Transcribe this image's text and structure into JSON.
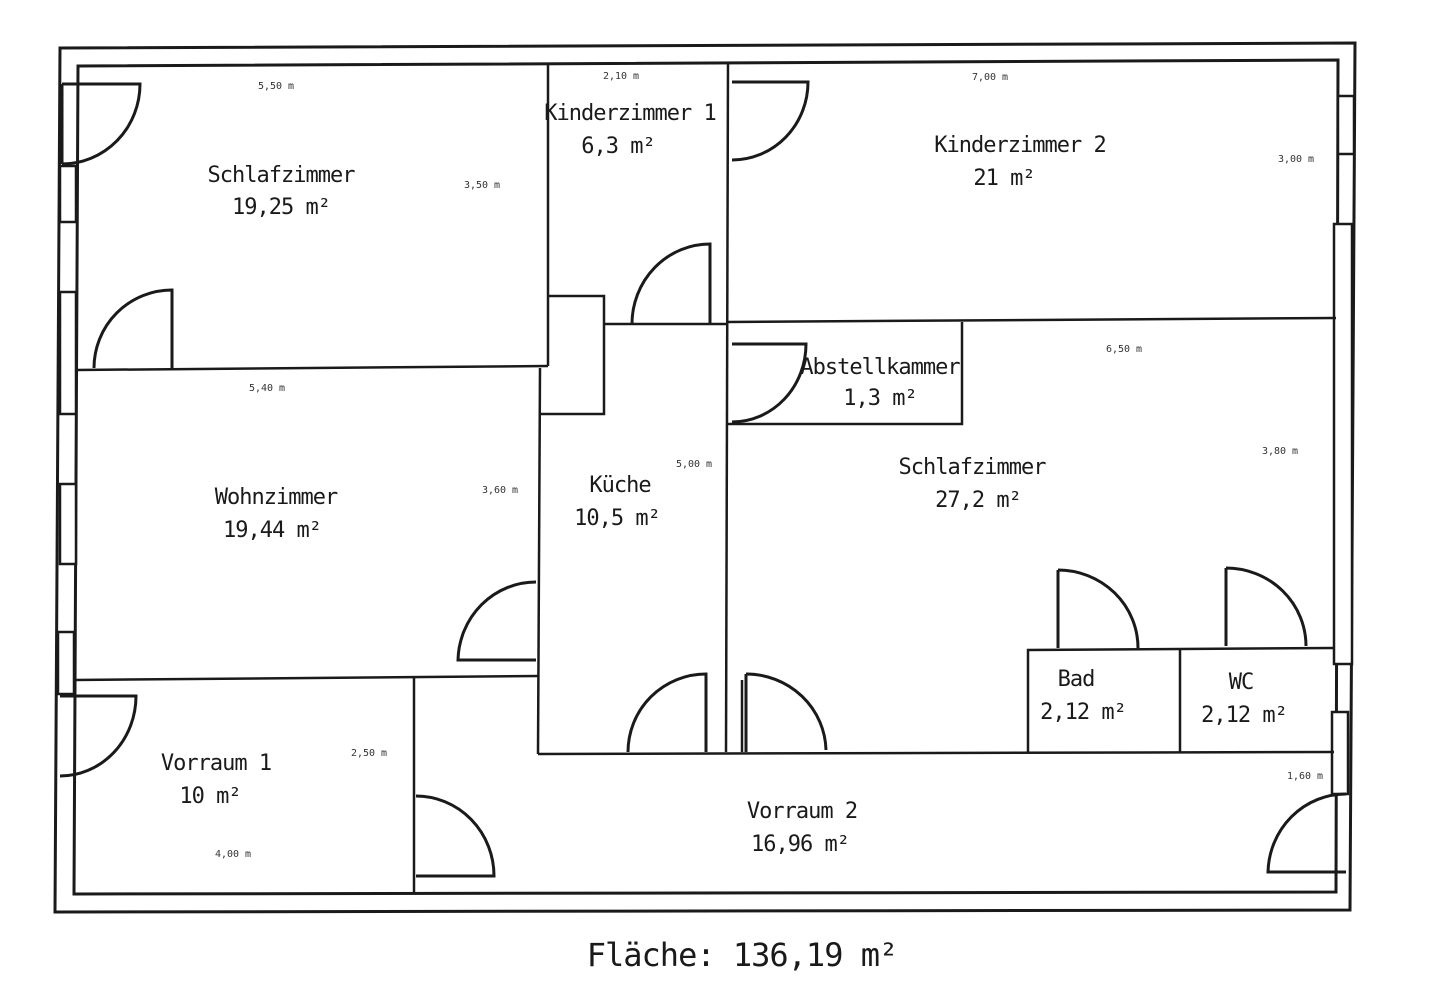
{
  "rooms": {
    "schlafzimmer_1": {
      "name": "Schlafzimmer",
      "area": "19,25 m²",
      "dim_w": "5,50 m",
      "dim_h": "3,50 m"
    },
    "kinderzimmer_1": {
      "name": "Kinderzimmer 1",
      "area": "6,3 m²",
      "dim_w": "2,10 m"
    },
    "kinderzimmer_2": {
      "name": "Kinderzimmer 2",
      "area": "21 m²",
      "dim_w": "7,00 m",
      "dim_h": "3,00 m"
    },
    "wohnzimmer": {
      "name": "Wohnzimmer",
      "area": "19,44 m²",
      "dim_w": "5,40 m",
      "dim_h": "3,60 m"
    },
    "kueche": {
      "name": "Küche",
      "area": "10,5 m²",
      "dim_h": "5,00 m"
    },
    "abstellkammer": {
      "name": "Abstellkammer",
      "area": "1,3 m²"
    },
    "schlafzimmer_2": {
      "name": "Schlafzimmer",
      "area": "27,2 m²",
      "dim_w": "6,50 m",
      "dim_h": "3,80 m"
    },
    "bad": {
      "name": "Bad",
      "area": "2,12 m²"
    },
    "wc": {
      "name": "WC",
      "area": "2,12 m²"
    },
    "vorraum_1": {
      "name": "Vorraum 1",
      "area": "10 m²",
      "dim_w": "4,00 m",
      "dim_h": "2,50 m"
    },
    "vorraum_2": {
      "name": "Vorraum 2",
      "area": "16,96 m²",
      "dim_h": "1,60 m"
    }
  },
  "total": {
    "label": "Fläche: 136,19 m²"
  }
}
